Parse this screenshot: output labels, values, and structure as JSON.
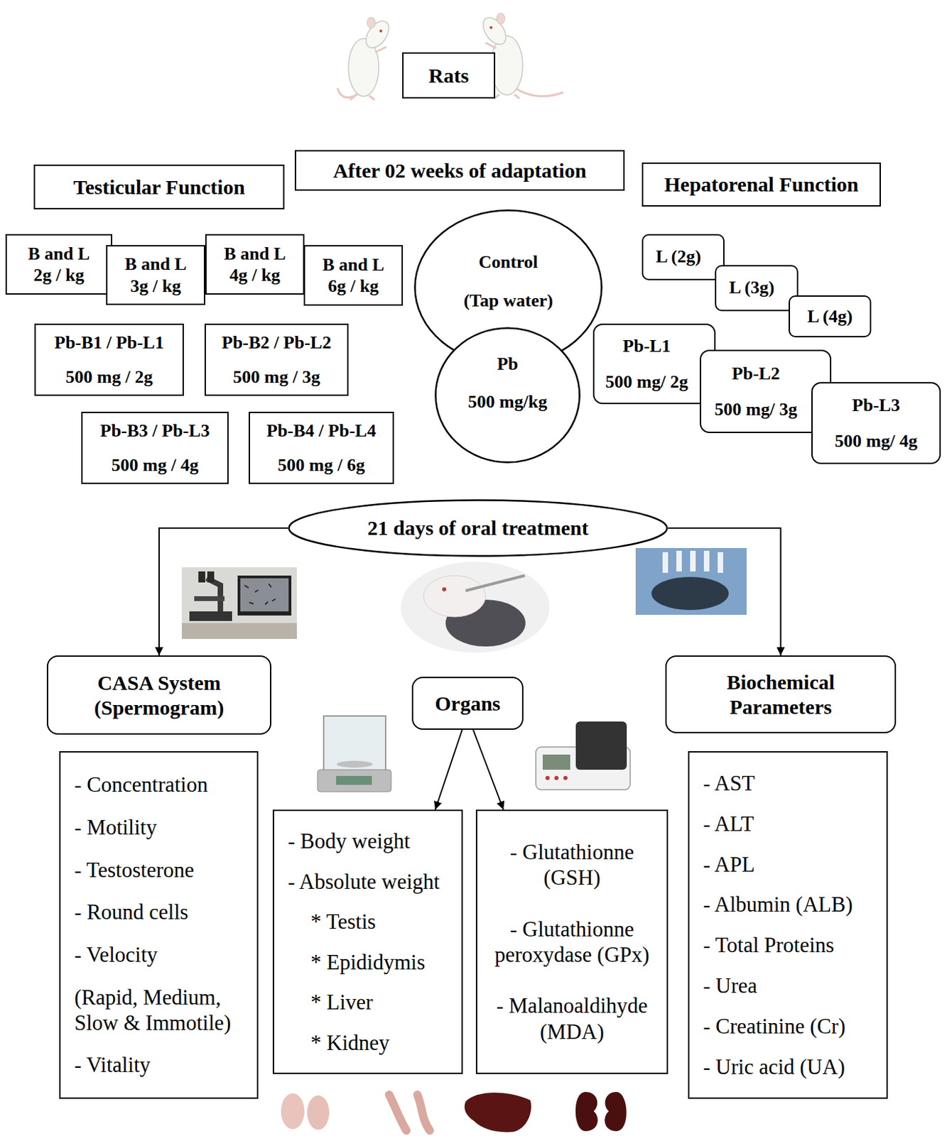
{
  "diagram": {
    "nodes": [
      {
        "text": [
          "Rats"
        ]
      },
      {
        "text": [
          "Testicular Function"
        ]
      },
      {
        "text": [
          "After 02 weeks of adaptation"
        ]
      },
      {
        "text": [
          "Hepatorenal Function"
        ]
      },
      {
        "text": [
          "B and L 2g / kg"
        ]
      },
      {
        "text": [
          "B and L 3g / kg"
        ]
      },
      {
        "text": [
          "B and L 4g / kg"
        ]
      },
      {
        "text": [
          "B and L 6g / kg"
        ]
      },
      {
        "text": [
          "Control",
          "(Tap water)"
        ]
      },
      {
        "text": [
          "L (2g)"
        ]
      },
      {
        "text": [
          "L (3g)"
        ]
      },
      {
        "text": [
          "L (4g)"
        ]
      },
      {
        "text": [
          "Pb-B1 / Pb-L1",
          "500 mg / 2g"
        ]
      },
      {
        "text": [
          "Pb-B2 / Pb-L2",
          "500 mg / 3g"
        ]
      },
      {
        "text": [
          "Pb",
          "500 mg/kg"
        ]
      },
      {
        "text": [
          "Pb-L1",
          "500 mg/ 2g"
        ]
      },
      {
        "text": [
          "Pb-L2",
          "500 mg/ 3g"
        ]
      },
      {
        "text": [
          "Pb-L3",
          "500 mg/ 4g"
        ]
      },
      {
        "text": [
          "Pb-B3 / Pb-L3",
          "500 mg / 4g"
        ]
      },
      {
        "text": [
          "Pb-B4 / Pb-L4",
          "500 mg / 6g"
        ]
      },
      {
        "text": [
          "21 days of oral treatment"
        ]
      },
      {
        "text": [
          "CASA System (Spermogram)"
        ]
      },
      {
        "text": [
          "Organs"
        ]
      },
      {
        "text": [
          "Biochemical Parameters"
        ]
      },
      {
        "text": [
          "- Concentration",
          "- Motility",
          "- Testosterone",
          "- Round cells",
          "- Velocity",
          "(Rapid, Medium, Slow & Immotile)",
          "- Vitality"
        ]
      },
      {
        "text": [
          "- Body weight",
          "- Absolute weight",
          "* Testis",
          "* Epididymis",
          "* Liver",
          "* Kidney"
        ]
      },
      {
        "text": [
          "- Glutathionne (GSH)",
          "- Glutathionne peroxydase (GPx)",
          "- Malanoaldihyde (MDA)"
        ]
      },
      {
        "text": [
          "- AST",
          "- ALT",
          "- APL",
          "- Albumin (ALB)",
          "- Total Proteins",
          "- Urea",
          "- Creatinine (Cr)",
          "- Uric acid (UA)"
        ]
      }
    ],
    "edges": [
      {
        "from": 20,
        "to": 21,
        "arrow": "to"
      },
      {
        "from": 20,
        "to": 23,
        "arrow": "to"
      },
      {
        "from": 22,
        "to": 25,
        "arrow": "to"
      },
      {
        "from": 22,
        "to": 26,
        "arrow": "to"
      }
    ]
  }
}
